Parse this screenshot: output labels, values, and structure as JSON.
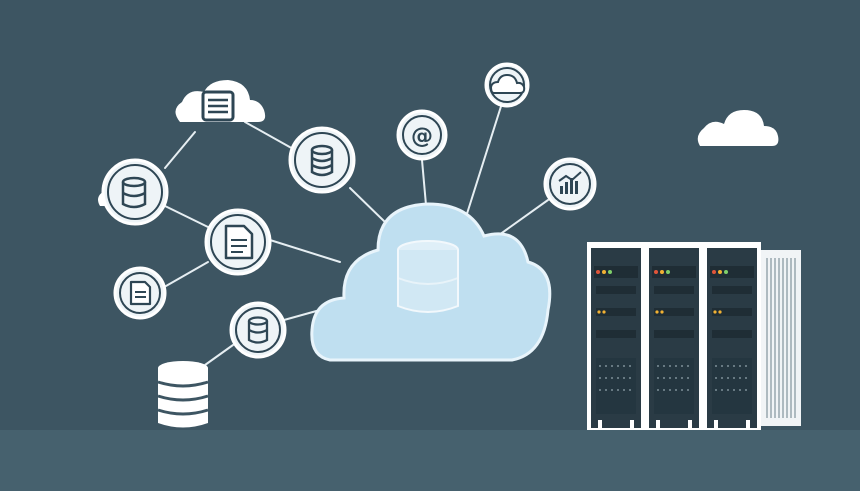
{
  "scene": {
    "colors": {
      "background": "#3d5562",
      "floor": "#46616e",
      "cloud_fill": "#bfdff0",
      "node_ring": "#ffffff",
      "node_fill": "#eef4f7",
      "icon_ink": "#2e4654",
      "server_body": "#2a3b45",
      "led_red": "#e0553a",
      "led_amber": "#f2b233",
      "led_green": "#7fd06a"
    },
    "node_icons": [
      "document-icon-cloud-top",
      "database-icon-mid",
      "database-icon-left",
      "file-icon-center",
      "small-file-icon",
      "database-icon-low",
      "at-sign-icon",
      "cloud-icon-top",
      "analytics-chart-icon"
    ]
  }
}
